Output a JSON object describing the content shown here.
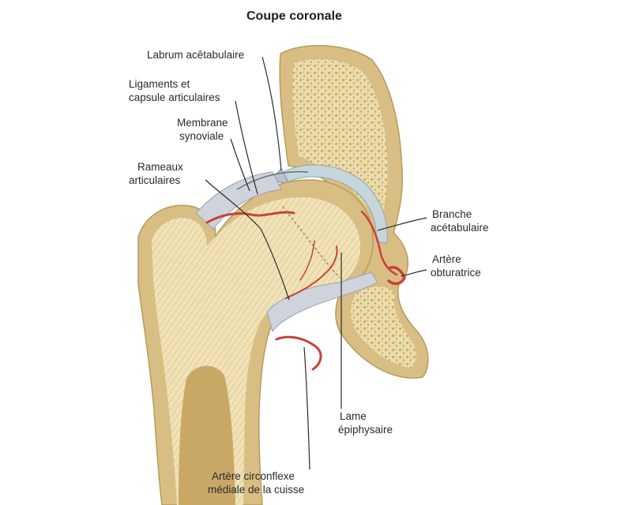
{
  "title": "Coupe coronale",
  "labels": {
    "labrum": "Labrum acêtabulaire",
    "ligaments_1": "Ligaments et",
    "ligaments_2": "capsule articulaires",
    "membrane_1": "Membrane",
    "membrane_2": "synoviale",
    "rameaux_1": "Rameaux",
    "rameaux_2": "articulaires",
    "branche_1": "Branche",
    "branche_2": "acétabulaire",
    "artere_obt_1": "Artère",
    "artere_obt_2": "obturatrice",
    "lame_1": "Lame",
    "lame_2": "épiphysaire",
    "circonflexe_1": "Artère circonflexe",
    "circonflexe_2": "médiale de la cuisse"
  },
  "colors": {
    "bone_cortex": "#d9be84",
    "bone_spongy": "#ecdcaa",
    "cartilage": "#c5d7da",
    "capsule": "#cfd3dc",
    "artery": "#c8423c",
    "leader": "#2b2b2b"
  }
}
